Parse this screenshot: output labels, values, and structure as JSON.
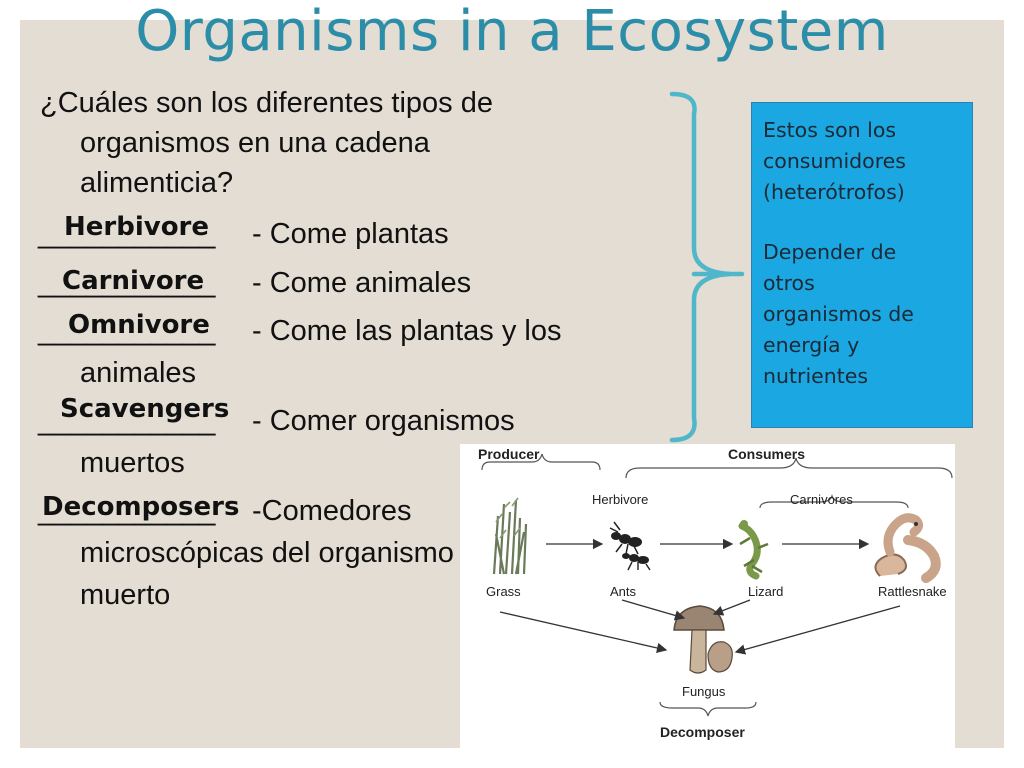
{
  "slide": {
    "title": "Organisms in a Ecosystem",
    "question": {
      "line1": "¿Cuáles son los diferentes tipos de",
      "line2": "organismos en una cadena",
      "line3": "alimenticia?"
    },
    "blank": "___________",
    "items": [
      {
        "answer": "Herbivore",
        "description": "- Come plantas"
      },
      {
        "answer": "Carnivore",
        "description": "- Come animales"
      },
      {
        "answer": "Omnivore",
        "description": "- Come las plantas y los",
        "cont": "animales"
      },
      {
        "answer": "Scavengers",
        "description": "- Comer organismos",
        "cont": "muertos"
      },
      {
        "answer": "Decomposers",
        "description": "-Comedores",
        "cont": "microscópicas del organismo",
        "cont2": "muerto"
      }
    ],
    "info_box": {
      "para1": [
        "Estos son los",
        "consumidores",
        "(heterótrofos)"
      ],
      "para2": [
        "Depender de",
        "otros",
        "organismos de",
        "energía y",
        "nutrientes"
      ]
    },
    "colors": {
      "title": "#2b8da8",
      "bracket": "#4fb7c9",
      "info_box": "#1ba7e1",
      "background": "#e3ddd3"
    }
  },
  "diagram": {
    "producer_header": "Producer",
    "consumers_header": "Consumers",
    "herbivore_header": "Herbivore",
    "carnivores_header": "Carnivores",
    "decomposer_header": "Decomposer",
    "labels": {
      "grass": "Grass",
      "ants": "Ants",
      "lizard": "Lizard",
      "rattlesnake": "Rattlesnake",
      "fungus": "Fungus"
    },
    "icons": [
      "grass-icon",
      "ants-icon",
      "lizard-icon",
      "rattlesnake-icon",
      "mushroom-icon"
    ]
  }
}
